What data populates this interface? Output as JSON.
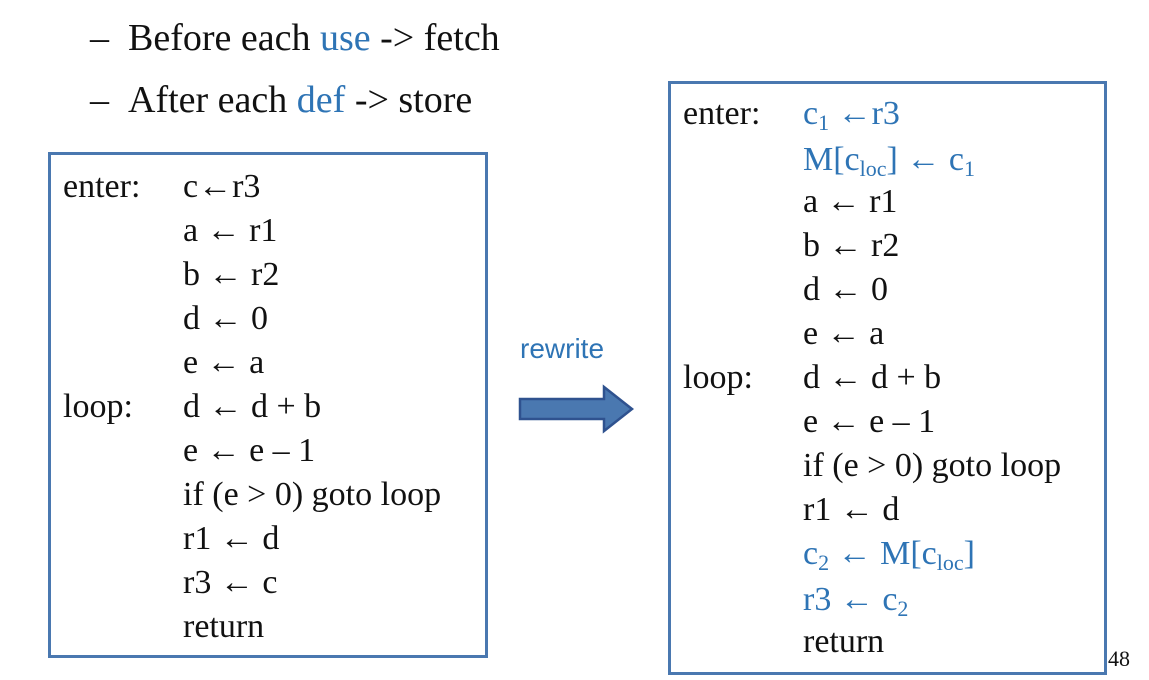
{
  "bullets": [
    {
      "pre": "Before each ",
      "kw": "use",
      "post": " -> fetch",
      "dash": "–"
    },
    {
      "pre": "After each ",
      "kw": "def",
      "post": " -> store",
      "dash": "–"
    }
  ],
  "left_code": {
    "enter_label": "enter:",
    "loop_label": "loop:",
    "lines": [
      "c←r3",
      "a ← r1",
      "b ← r2",
      "d ← 0",
      "e ← a",
      "d ← d + b",
      "e ← e – 1",
      "if (e > 0) goto loop",
      "r1 ← d",
      "r3 ← c",
      "return"
    ]
  },
  "right_code": {
    "enter_label": "enter:",
    "loop_label": "loop:",
    "c1_load": {
      "c": "c",
      "sub": "1",
      "rest": " ←r3"
    },
    "store": {
      "m": "M[c",
      "sub": "loc",
      "mid": "] ← c",
      "sub2": "1"
    },
    "lines": [
      "a ← r1",
      "b ← r2",
      "d ← 0",
      "e ← a",
      "d ← d + b",
      "e ← e – 1",
      "if (e > 0) goto loop",
      "r1 ← d"
    ],
    "c2_load": {
      "c": "c",
      "sub": "2",
      "mid": " ← M[c",
      "sub2": "loc",
      "end": "]"
    },
    "r3_store": {
      "pre": "r3 ← c",
      "sub": "2"
    },
    "return": "return"
  },
  "rewrite_label": "rewrite",
  "page_number": "48",
  "colors": {
    "accent": "#2e74b5",
    "box_border": "#4a78b0",
    "arrow_fill": "#4a78b0",
    "arrow_stroke": "#2f528f"
  }
}
